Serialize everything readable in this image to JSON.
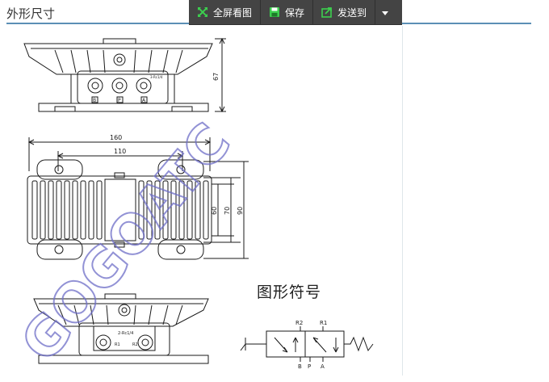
{
  "page": {
    "heading": "外形尺寸"
  },
  "toolbar": {
    "fullscreen_label": "全屏看图",
    "save_label": "保存",
    "send_label": "发送到",
    "icons": {
      "fullscreen": "expand-icon",
      "save": "floppy-disk-icon",
      "send": "share-icon",
      "dropdown": "caret-down-icon"
    },
    "colors": {
      "background": "#444444",
      "fullscreen_icon": "#3ccf4e",
      "save_icon": "#3ccf4e",
      "send_icon": "#3ccf4e"
    }
  },
  "drawing": {
    "side_view": {
      "height_dim": "67",
      "port_labels": [
        "B",
        "P",
        "A"
      ],
      "port_note": "3-Rc1/4"
    },
    "top_view": {
      "width_overall": "160",
      "width_inner": "110",
      "height_60": "60",
      "height_70": "70",
      "height_90": "90"
    },
    "bottom_view": {
      "port_note": "2-Rc1/4",
      "r1_label": "R1",
      "r2_label": "R2"
    },
    "symbol": {
      "title": "图形符号",
      "r2": "R2",
      "r1": "R1",
      "b": "B",
      "p": "P",
      "a": "A"
    }
  },
  "watermark": {
    "text": "GOGOATC",
    "color": "#6e6ec8"
  }
}
